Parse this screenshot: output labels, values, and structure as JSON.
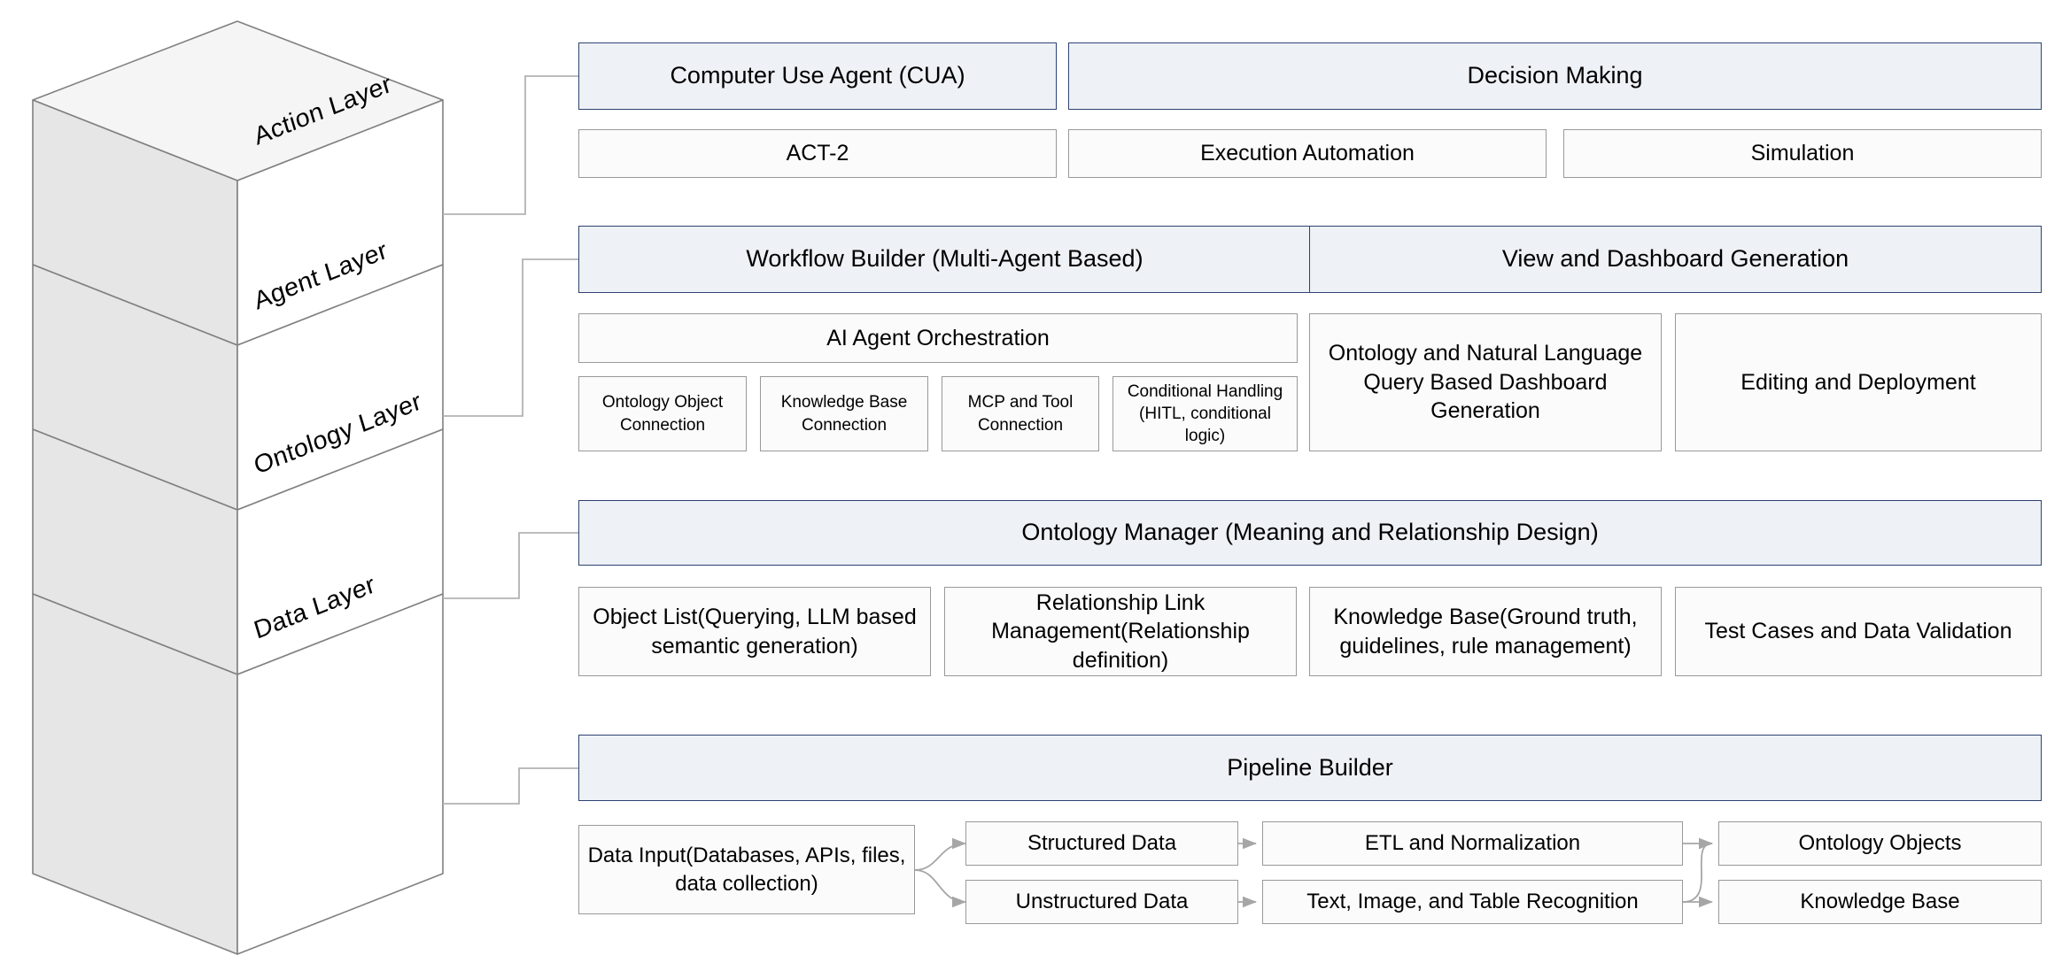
{
  "stack": {
    "layers": [
      {
        "id": "action",
        "label": "Action Layer"
      },
      {
        "id": "agent",
        "label": "Agent Layer"
      },
      {
        "id": "ontology",
        "label": "Ontology Layer"
      },
      {
        "id": "data",
        "label": "Data Layer"
      }
    ],
    "colors": {
      "left_face": "#e6e6e6",
      "right_face": "#ffffff",
      "top_face": "#f5f5f5",
      "stroke": "#808080"
    }
  },
  "colors": {
    "header_fill": "#eef1f5",
    "header_border": "#2e4272",
    "box_fill": "#fbfbfb",
    "box_border": "#999999",
    "connector": "#b3b3b3",
    "arrow": "#a6a6a6"
  },
  "action_layer": {
    "headers": [
      {
        "label": "Computer Use Agent (CUA)"
      },
      {
        "label": "Decision Making"
      }
    ],
    "items": [
      {
        "label": "ACT-2"
      },
      {
        "label": "Execution Automation"
      },
      {
        "label": "Simulation"
      }
    ]
  },
  "agent_layer": {
    "headers": [
      {
        "label": "Workflow Builder (Multi-Agent Based)"
      },
      {
        "label": "View and Dashboard Generation"
      }
    ],
    "orchestration": {
      "label": "AI Agent Orchestration"
    },
    "connections": [
      {
        "label": "Ontology Object Connection"
      },
      {
        "label": "Knowledge Base Connection"
      },
      {
        "label": "MCP and Tool Connection"
      },
      {
        "label": "Conditional Handling (HITL, conditional logic)"
      }
    ],
    "dashboard_items": [
      {
        "label": "Ontology and Natural Language Query Based Dashboard Generation"
      },
      {
        "label": "Editing and Deployment"
      }
    ]
  },
  "ontology_layer": {
    "header": {
      "label": "Ontology Manager (Meaning and Relationship Design)"
    },
    "items": [
      {
        "label": "Object List(Querying, LLM based semantic generation)"
      },
      {
        "label": "Relationship Link Management(Relationship definition)"
      },
      {
        "label": "Knowledge Base(Ground truth, guidelines, rule management)"
      },
      {
        "label": "Test Cases and Data Validation"
      }
    ]
  },
  "data_layer": {
    "header": {
      "label": "Pipeline Builder"
    },
    "input": {
      "label": "Data Input(Databases, APIs, files, data collection)"
    },
    "stage2": [
      {
        "label": "Structured Data"
      },
      {
        "label": "Unstructured Data"
      }
    ],
    "stage3": [
      {
        "label": "ETL and Normalization"
      },
      {
        "label": "Text, Image, and Table Recognition"
      }
    ],
    "stage4": [
      {
        "label": "Ontology Objects"
      },
      {
        "label": "Knowledge Base"
      }
    ]
  }
}
